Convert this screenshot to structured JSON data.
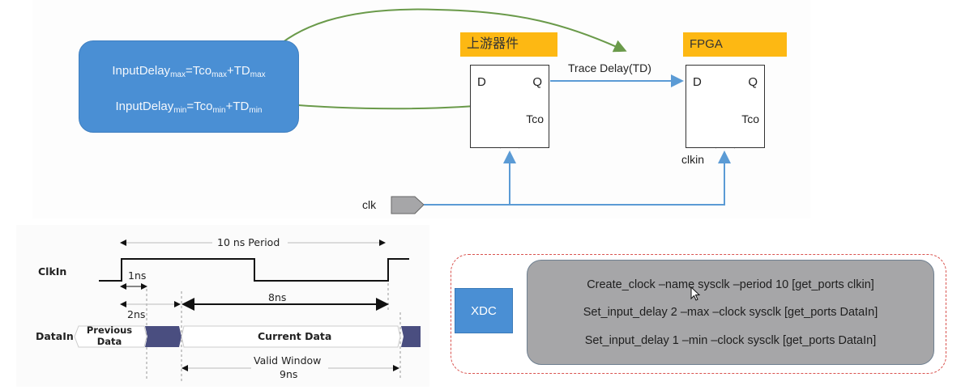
{
  "formulas": {
    "max": {
      "lhs": "InputDelay",
      "lhs_sub": "max",
      "t1": "Tco",
      "t1_sub": "max",
      "t2": "TD",
      "t2_sub": "max"
    },
    "min": {
      "lhs": "InputDelay",
      "lhs_sub": "min",
      "t1": "Tco",
      "t1_sub": "min",
      "t2": "TD",
      "t2_sub": "min"
    }
  },
  "devices": {
    "upstream": {
      "title": "上游器件",
      "d": "D",
      "q": "Q",
      "tco": "Tco"
    },
    "fpga": {
      "title": "FPGA",
      "d": "D",
      "q": "Q",
      "tco": "Tco",
      "clock_pin": "clkin"
    }
  },
  "trace_delay_label": "Trace Delay(TD)",
  "clock_source_label": "clk",
  "timing": {
    "clk_label": "ClkIn",
    "data_label": "DataIn",
    "period_label": "10 ns Period",
    "one_ns": "1ns",
    "two_ns": "2ns",
    "eight_ns": "8ns",
    "previous_data_line1": "Previous",
    "previous_data_line2": "Data",
    "current_data": "Current Data",
    "valid_window": "Valid Window",
    "valid_window_value": "9ns"
  },
  "xdc": {
    "tag": "XDC",
    "commands": [
      "Create_clock –name sysclk –period 10 [get_ports clkin]",
      "Set_input_delay 2 –max –clock sysclk [get_ports DataIn]",
      "Set_input_delay 1 –min –clock sysclk [get_ports DataIn]"
    ]
  },
  "colors": {
    "formula_blue": "#4a8fd4",
    "tag_orange": "#fdb813",
    "wire_blue": "#5b9bd5",
    "arrow_green": "#6a9a4a",
    "data_transition": "#4a4e80",
    "command_gray": "#a6a6a8",
    "dashed_red": "#d9534f"
  }
}
